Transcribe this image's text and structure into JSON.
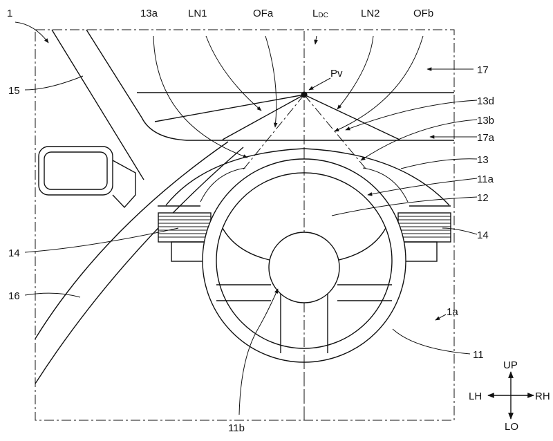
{
  "labels": {
    "fig_ref": "1",
    "ref_13a": "13a",
    "ref_ln1": "LN1",
    "ref_ofa": "OFa",
    "ref_ldc_main": "L",
    "ref_ldc_sub": "DC",
    "ref_ln2": "LN2",
    "ref_ofb": "OFb",
    "ref_pv": "Pv",
    "ref_17": "17",
    "ref_15": "15",
    "ref_13d": "13d",
    "ref_13b": "13b",
    "ref_17a": "17a",
    "ref_13": "13",
    "ref_11a": "11a",
    "ref_12": "12",
    "ref_14_left": "14",
    "ref_14_right": "14",
    "ref_16": "16",
    "ref_1a": "1a",
    "ref_11": "11",
    "ref_11b": "11b"
  },
  "direction": {
    "up": "UP",
    "down": "LO",
    "left": "LH",
    "right": "RH"
  }
}
